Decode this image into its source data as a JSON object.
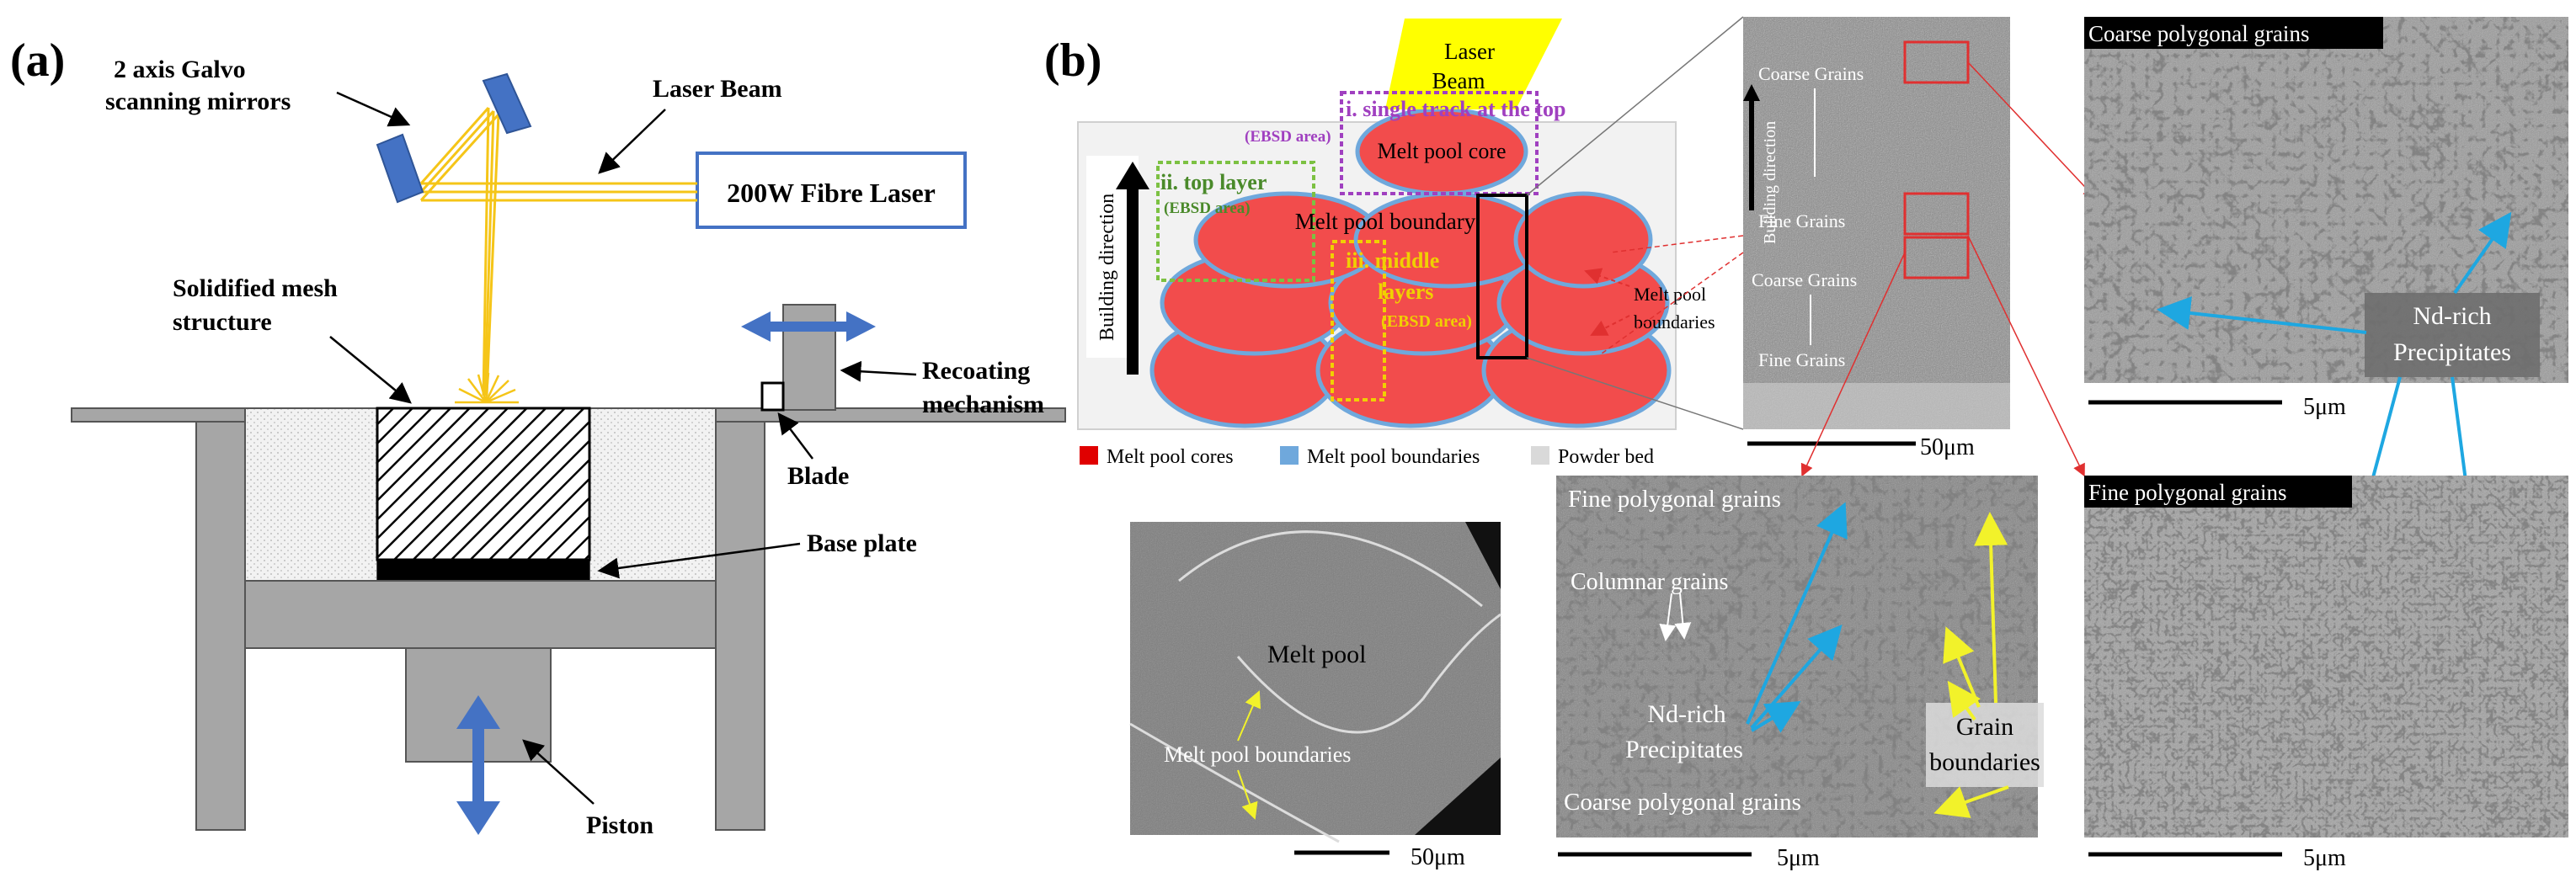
{
  "panel_a": {
    "label": "(a)",
    "galvo_line1": "2 axis Galvo",
    "galvo_line2": "scanning mirrors",
    "laser_beam": "Laser Beam",
    "fibre_laser": "200W Fibre Laser",
    "solidified_line1": "Solidified mesh",
    "solidified_line2": "structure",
    "recoating_line1": "Recoating",
    "recoating_line2": "mechanism",
    "blade": "Blade",
    "base_plate": "Base plate",
    "piston": "Piston"
  },
  "panel_b": {
    "label": "(b)",
    "schematic": {
      "laser_line1": "Laser",
      "laser_line2": "Beam",
      "single_track": "i. single track at the top",
      "ebsd_area": "(EBSD area)",
      "core": "Melt pool core",
      "top_layer": "ii. top layer",
      "ebsd_area_top": "(EBSD area)",
      "boundary": "Melt pool boundary",
      "middle_line1": "iii. middle",
      "middle_line2": "layers",
      "ebsd_area_mid": "(EBSD area)",
      "building_direction": "Building direction",
      "boundaries_line1": "Melt pool",
      "boundaries_line2": "boundaries"
    },
    "legend": {
      "cores": "Melt pool cores",
      "boundaries": "Melt pool boundaries",
      "powder": "Powder bed"
    },
    "sem_strip": {
      "coarse1": "Coarse Grains",
      "fine1": "Fine Grains",
      "coarse2": "Coarse Grains",
      "fine2": "Fine Grains",
      "building_direction": "Building direction",
      "scale": "50μm"
    },
    "sem_coarse": {
      "title": "Coarse polygonal grains",
      "nd_line1": "Nd-rich",
      "nd_line2": "Precipitates",
      "scale": "5μm"
    },
    "sem_fine": {
      "title": "Fine polygonal grains",
      "scale": "5μm"
    },
    "sem_meltpool": {
      "melt_pool": "Melt pool",
      "boundaries": "Melt pool boundaries",
      "scale": "50μm"
    },
    "sem_micro": {
      "fine": "Fine polygonal grains",
      "columnar": "Columnar grains",
      "nd_line1": "Nd-rich",
      "nd_line2": "Precipitates",
      "gb_line1": "Grain",
      "gb_line2": "boundaries",
      "coarse": "Coarse polygonal grains",
      "scale": "5μm"
    }
  },
  "colors": {
    "machine_gray": "#a6a6a6",
    "laser_yellow": "#f5c518",
    "arrow_blue": "#4472c4",
    "pool_red": "#f24c4c",
    "pool_edge": "#6fa8dc",
    "annotation_cyan": "#1ea7e1",
    "annotation_yellow": "#f2f22a",
    "ebsd_purple": "#a040c0",
    "ebsd_green": "#7cc142",
    "ebsd_yellow": "#f0d000"
  }
}
